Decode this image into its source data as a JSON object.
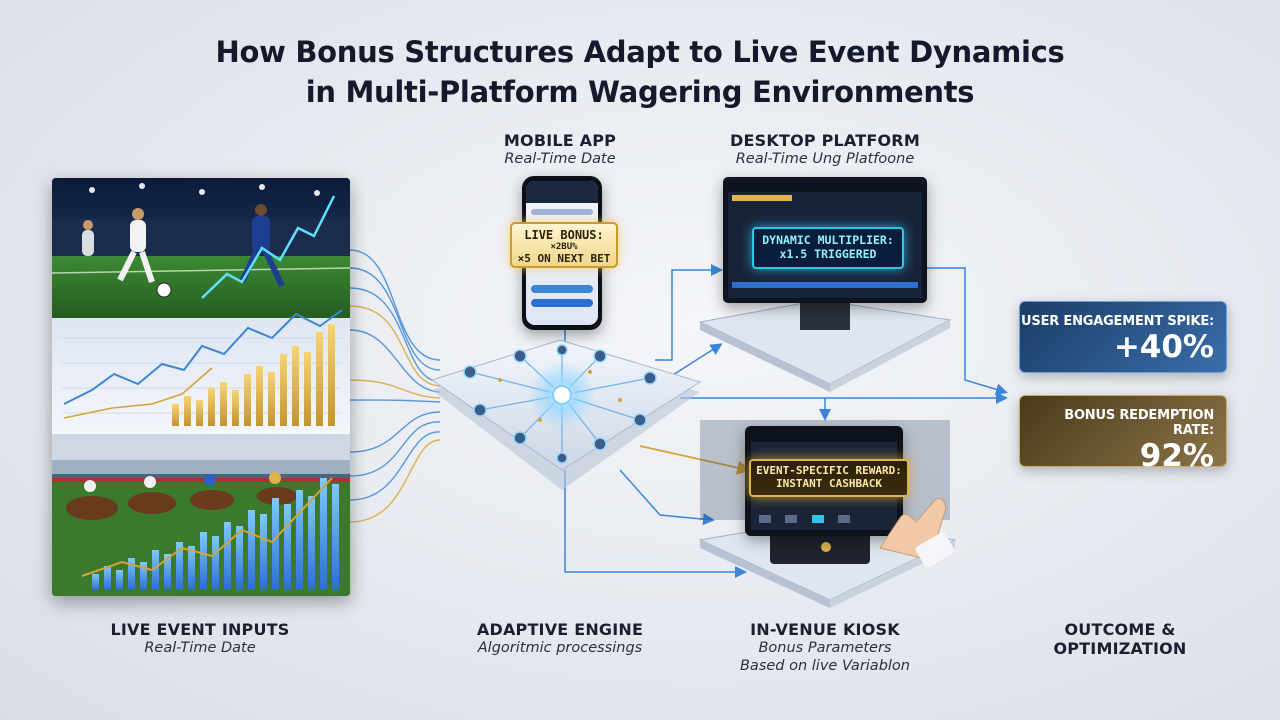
{
  "title": {
    "line1": "How Bonus Structures Adapt to Live Event Dynamics",
    "line2": "in Multi-Platform Wagering Environments"
  },
  "mobile": {
    "heading": "MOBILE APP",
    "sub": "Real-Time Date",
    "badge_l1": "LIVE BONUS:",
    "badge_l2": "×2BU%",
    "badge_l3": "×5 ON NEXT BET"
  },
  "desktop": {
    "heading": "DESKTOP PLATFORM",
    "sub": "Real-Time Ung Platfoone",
    "badge_l1": "DYNAMIC MULTIPLIER:",
    "badge_l2": "x1.5 TRIGGERED"
  },
  "kiosk": {
    "heading": "IN-VENUE KIOSK",
    "sub1": "Bonus Parameters",
    "sub2": "Based on live Variablon",
    "badge_l1": "EVENT-SPECIFIC REWARD:",
    "badge_l2": "INSTANT CASHBACK"
  },
  "inputs": {
    "heading": "LIVE EVENT INPUTS",
    "sub": "Real-Time Date"
  },
  "engine": {
    "heading": "ADAPTIVE ENGINE",
    "sub": "Algoritmic processings"
  },
  "outcome": {
    "heading1": "OUTCOME &",
    "heading2": "OPTIMIZATION",
    "engagement_label": "USER ENGAGEMENT SPIKE:",
    "engagement_value": "+40%",
    "redemption_label": "BONUS REDEMPTION RATE:",
    "redemption_value": "92%"
  },
  "colors": {
    "cyan": "#2ec6e6",
    "gold": "#e0b34c",
    "line_blue": "#3b86d6",
    "navy": "#141a2c"
  },
  "icons": [
    "soccer-scene-icon",
    "horse-racing-scene-icon",
    "circuit-hub-icon",
    "phone-icon",
    "monitor-icon",
    "kiosk-icon",
    "hand-pointer-icon"
  ]
}
